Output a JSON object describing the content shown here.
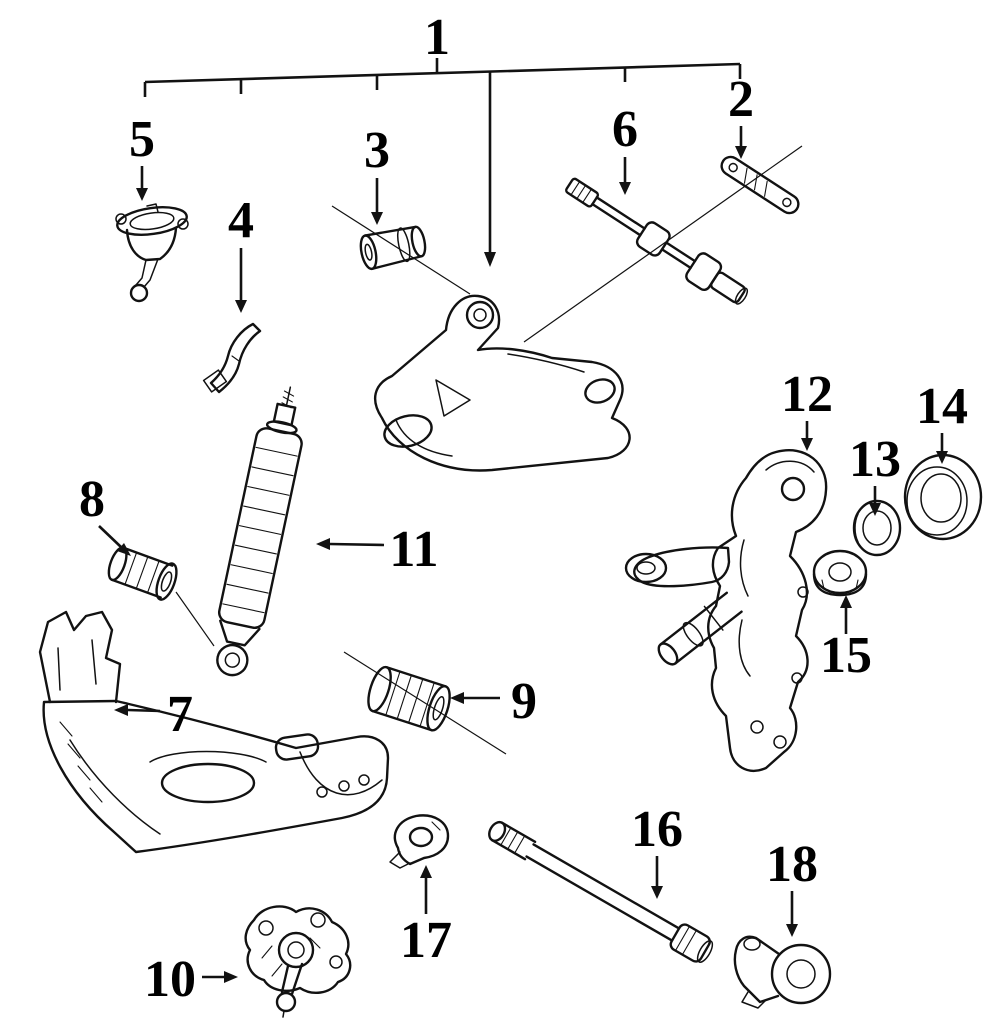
{
  "page": {
    "background": "#ffffff",
    "ink": "#121212",
    "kind": "exploded-parts-diagram-front-suspension"
  },
  "callouts": [
    {
      "num": "1",
      "part": "upper-control-arm-assembly"
    },
    {
      "num": "2",
      "part": "link-plate"
    },
    {
      "num": "3",
      "part": "upper-arm-bushing"
    },
    {
      "num": "4",
      "part": "frame-bracket"
    },
    {
      "num": "5",
      "part": "upper-ball-joint"
    },
    {
      "num": "6",
      "part": "shaft-with-clamps"
    },
    {
      "num": "7",
      "part": "lower-control-arm"
    },
    {
      "num": "8",
      "part": "lower-arm-front-bushing"
    },
    {
      "num": "9",
      "part": "lower-arm-rear-bushing"
    },
    {
      "num": "10",
      "part": "lower-ball-joint"
    },
    {
      "num": "11",
      "part": "shock-absorber"
    },
    {
      "num": "12",
      "part": "steering-knuckle"
    },
    {
      "num": "13",
      "part": "grease-seal"
    },
    {
      "num": "14",
      "part": "outer-bearing-race"
    },
    {
      "num": "15",
      "part": "inner-bearing"
    },
    {
      "num": "16",
      "part": "strut-rod"
    },
    {
      "num": "17",
      "part": "strut-rod-bracket"
    },
    {
      "num": "18",
      "part": "strut-rod-bushing-bracket"
    }
  ]
}
